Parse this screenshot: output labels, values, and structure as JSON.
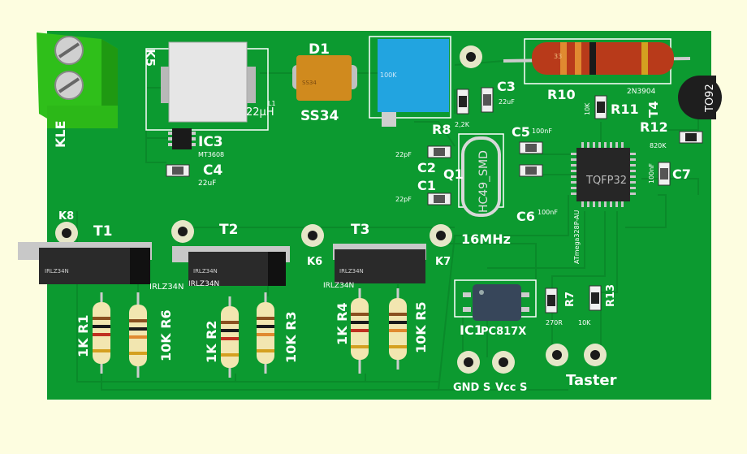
{
  "labels": {
    "k5": "K5",
    "kle": "KLE",
    "d1": "D1",
    "ss34": "SS34",
    "ss34_body": "SS34",
    "l1": "L1",
    "l1_val": "22µH",
    "ic3": "IC3",
    "ic3_part": "MT3608",
    "c4": "C4",
    "c4_val": "22uF",
    "pot_val": "100K",
    "r8": "R8",
    "r8_val": "2,2K",
    "c3": "C3",
    "c3_val": "22uF",
    "r10": "R10",
    "r10_val": "33",
    "q_part": "2N3904",
    "to92": "TO92",
    "t4": "T4",
    "r11": "R11",
    "r11_val": "10K",
    "r12": "R12",
    "r12_val": "820K",
    "c5": "C5",
    "c5_val": "100nF",
    "c7": "C7",
    "c7_val": "100nF",
    "tqfp": "TQFP32",
    "mcu": "ATmega328P-AU",
    "c6": "C6",
    "c6_val": "100nF",
    "hc49": "HC49_SMD",
    "q1": "Q1",
    "c2": "C2",
    "c2_val": "22pF",
    "c1": "C1",
    "c1_val": "22pF",
    "freq": "16MHz",
    "k8": "K8",
    "k6": "K6",
    "k7": "K7",
    "t1": "T1",
    "t2": "T2",
    "t3": "T3",
    "mos1": "IRLZ34N",
    "mos1_silk": "IRLZ34N",
    "mos2": "IRLZ34N",
    "mos2_silk": "IRLZ34N",
    "mos3": "IRLZ34N",
    "mos3_silk": "IRLZ34N",
    "r1": "1K  R1",
    "r6": "10K R6",
    "r2": "1K  R2",
    "r3": "10K R3",
    "r4": "1K R4",
    "r5": "10K R5",
    "ic1": "IC1",
    "pc817": "PC817X",
    "r7": "R7",
    "r7_val": "270R",
    "r13": "R13",
    "r13_val": "10K",
    "gnd_s": "GND S",
    "vcc_s": "Vcc S",
    "taster": "Taster"
  },
  "colors": {
    "board": "#0c9a30",
    "silk": "#ffffff",
    "pad": "#e8e8d0",
    "terminal": "#33cc22",
    "resistor_body": "#f2e6b0"
  }
}
